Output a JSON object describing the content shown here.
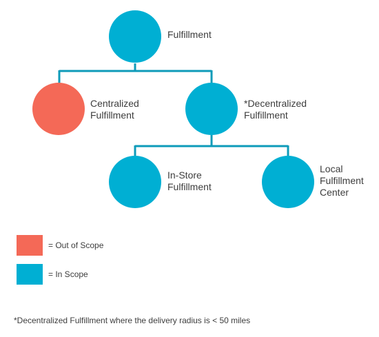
{
  "colors": {
    "in_scope": "#00AFD3",
    "out_of_scope": "#F46957",
    "connector": "#0E9BB9"
  },
  "nodes": {
    "root": {
      "label_lines": [
        "Fulfillment"
      ],
      "scope": "in"
    },
    "centralized": {
      "label_lines": [
        "Centralized",
        "Fulfillment"
      ],
      "scope": "out"
    },
    "decentralized": {
      "label_lines": [
        "*Decentralized",
        "Fulfillment"
      ],
      "scope": "in"
    },
    "in_store": {
      "label_lines": [
        "In-Store",
        "Fulfillment"
      ],
      "scope": "in"
    },
    "local_center": {
      "label_lines": [
        "Local",
        "Fulfillment",
        "Center"
      ],
      "scope": "in"
    }
  },
  "legend": {
    "out_of_scope": "= Out of Scope",
    "in_scope": "= In Scope"
  },
  "footnote": "*Decentralized Fulfillment where the delivery radius is < 50 miles"
}
